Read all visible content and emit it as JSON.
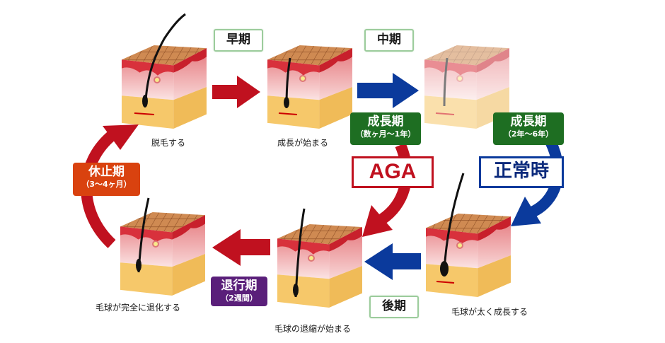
{
  "stages": {
    "early": "早期",
    "middle": "中期",
    "late": "後期"
  },
  "phases": {
    "growth_aga": {
      "title": "成長期",
      "sub": "（数ヶ月～1年）"
    },
    "growth_normal": {
      "title": "成長期",
      "sub": "（2年～6年）"
    },
    "resting": {
      "title": "休止期",
      "sub": "（3～4ヶ月）"
    },
    "regression": {
      "title": "退行期",
      "sub": "（2週間）"
    }
  },
  "conditions": {
    "aga": "AGA",
    "normal": "正常時"
  },
  "captions": {
    "shedding": "脱毛する",
    "growth_start": "成長が始まる",
    "bulb_thick": "毛球が太く成長する",
    "bulb_shrink": "毛球の退縮が始まる",
    "bulb_degenerate": "毛球が完全に退化する"
  },
  "colors": {
    "red": "#c0111f",
    "blue": "#0b3a9c",
    "green": "#1e6e22",
    "orange": "#d9420f",
    "purple": "#5a1f7a"
  }
}
